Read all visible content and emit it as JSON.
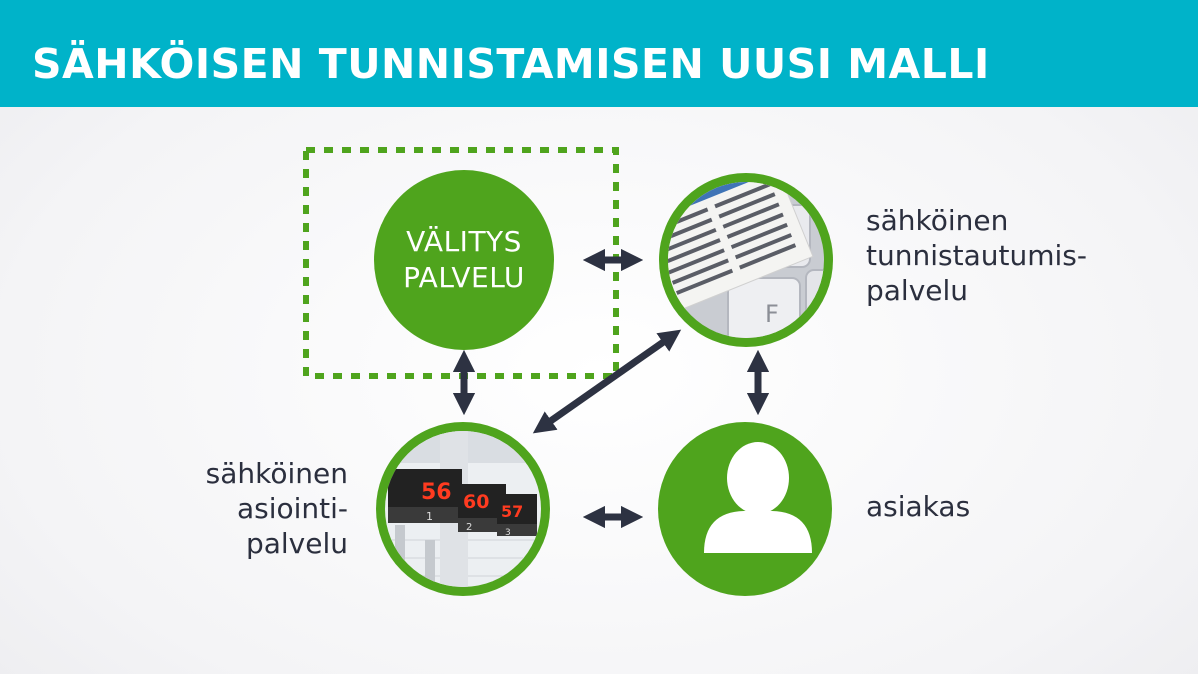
{
  "header": {
    "title": "SÄHKÖISEN TUNNISTAMISEN UUSI MALLI"
  },
  "nodes": {
    "broker": {
      "line1": "VÄLITYS",
      "line2": "PALVELU"
    },
    "identification_service": {
      "line1": "sähköinen",
      "line2": "tunnistautumis-",
      "line3": "palvelu"
    },
    "transaction_service": {
      "line1": "sähköinen",
      "line2": "asiointi-",
      "line3": "palvelu"
    },
    "customer": {
      "label": "asiakas"
    }
  },
  "image_texts": {
    "queue_numbers": [
      "56",
      "60",
      "57"
    ],
    "counter_numbers": [
      "1",
      "2",
      "3"
    ],
    "key_letter": "F"
  },
  "colors": {
    "banner": "#00b3c9",
    "accent_green": "#4fa41d",
    "arrow": "#2d3242",
    "text": "#2b2f3e"
  }
}
